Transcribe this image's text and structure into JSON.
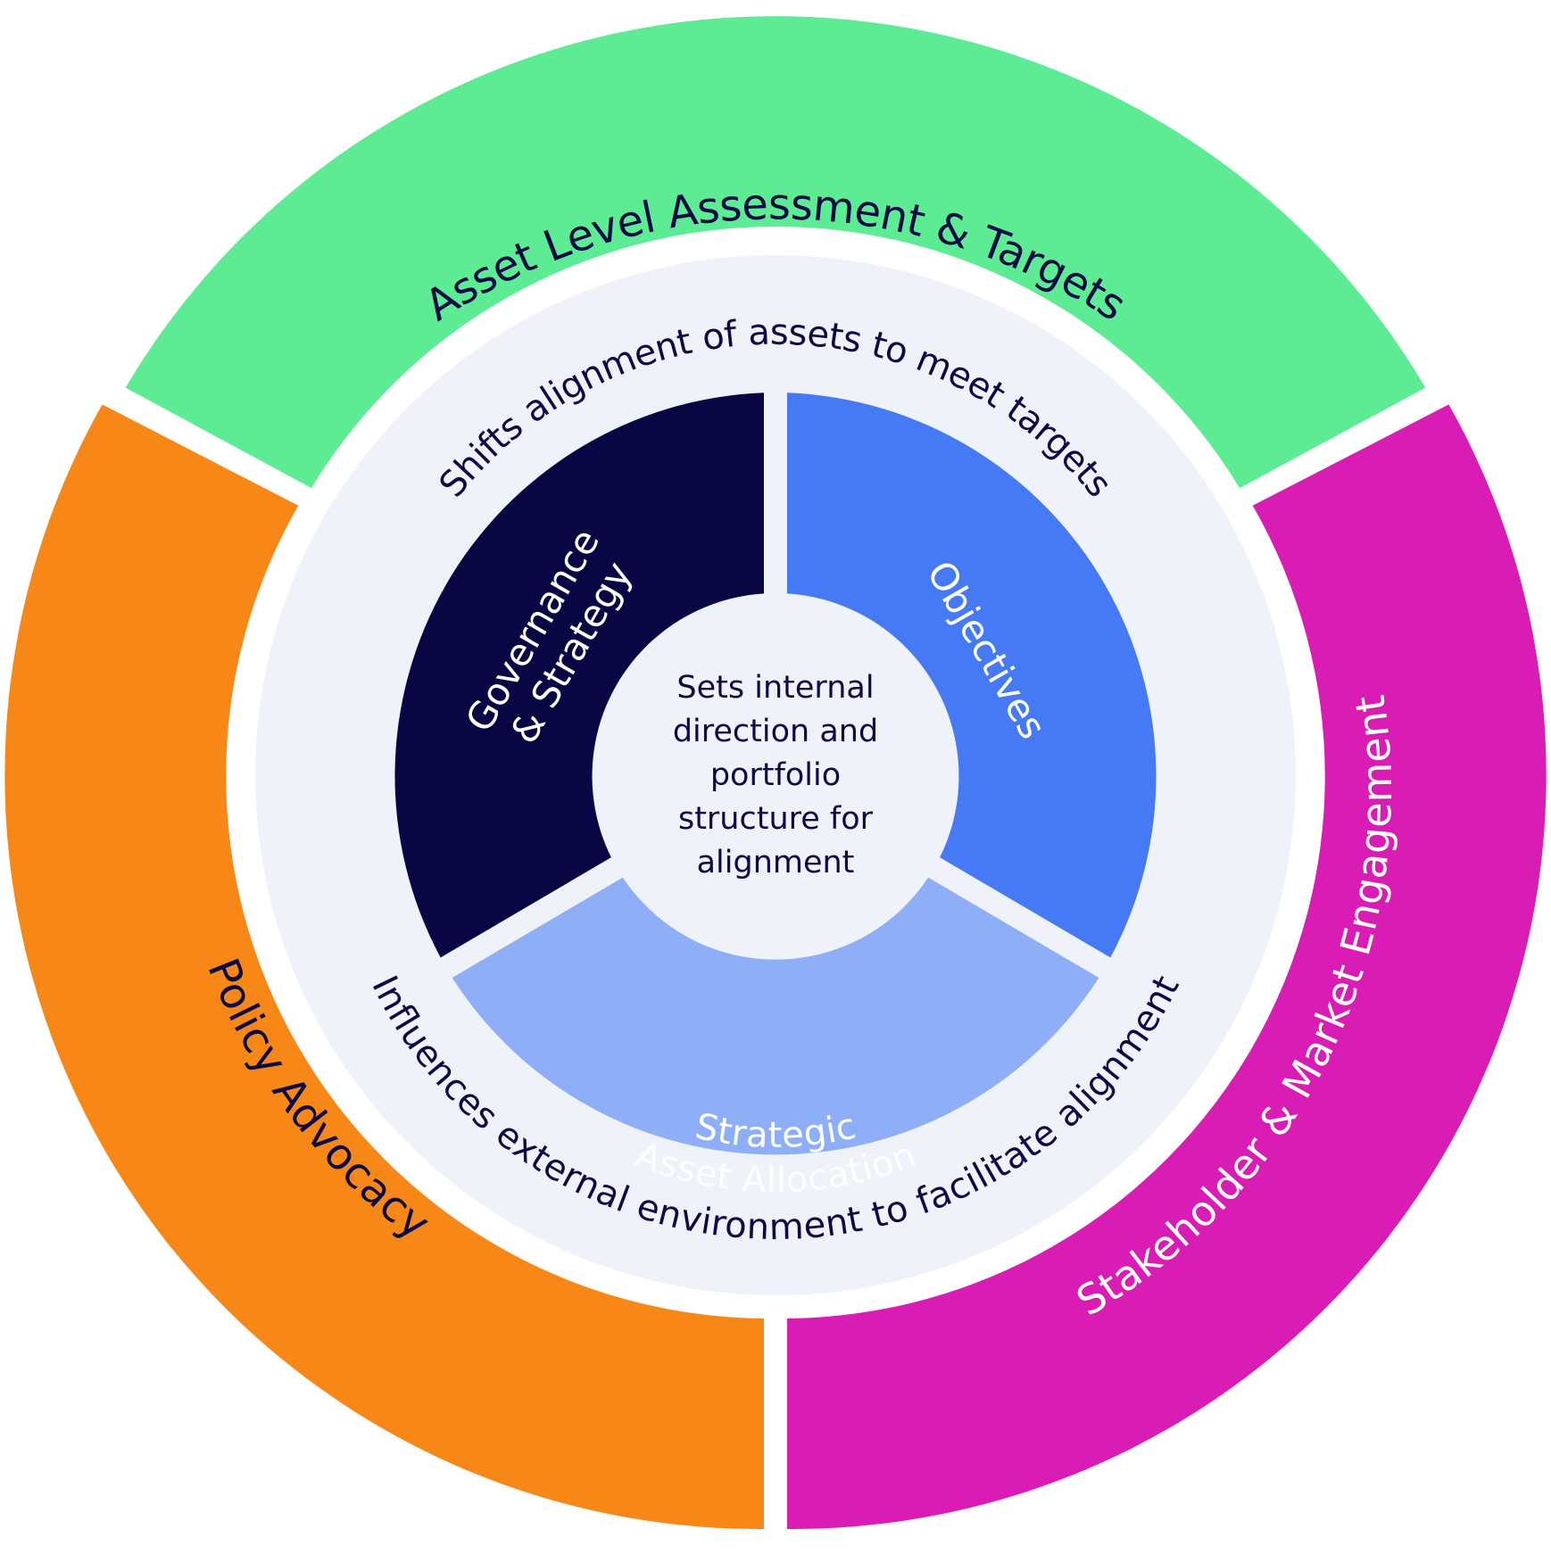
{
  "outer_ring": {
    "top": {
      "label": "Asset Level Assessment & Targets",
      "color": "#5deb94",
      "text_color": "#0b0a45"
    },
    "left": {
      "label": "Policy Advocacy",
      "color": "#f78716",
      "text_color": "#0b0a45"
    },
    "right": {
      "label": "Stakeholder & Market Engagement",
      "color": "#d81cb4",
      "text_color": "#ffffff"
    }
  },
  "middle_ring": {
    "color": "#eff2f8",
    "text_color": "#0b0a45",
    "top_label": "Shifts alignment of assets to meet targets",
    "bottom_label": "Influences external environment to facilitate alignment"
  },
  "inner_ring": {
    "governance": {
      "line1": "Governance",
      "line2": "& Strategy",
      "color": "#080643",
      "text_color": "#ffffff"
    },
    "objectives": {
      "label": "Objectives",
      "color": "#467af4",
      "text_color": "#ffffff"
    },
    "allocation": {
      "line1": "Strategic",
      "line2": "Asset Allocation",
      "color": "#8eaef8",
      "text_color": "#ffffff"
    }
  },
  "center": {
    "color": "#eff2f8",
    "text_color": "#0b0a45",
    "lines": [
      "Sets internal",
      "direction and",
      "portfolio",
      "structure for",
      "alignment"
    ]
  }
}
